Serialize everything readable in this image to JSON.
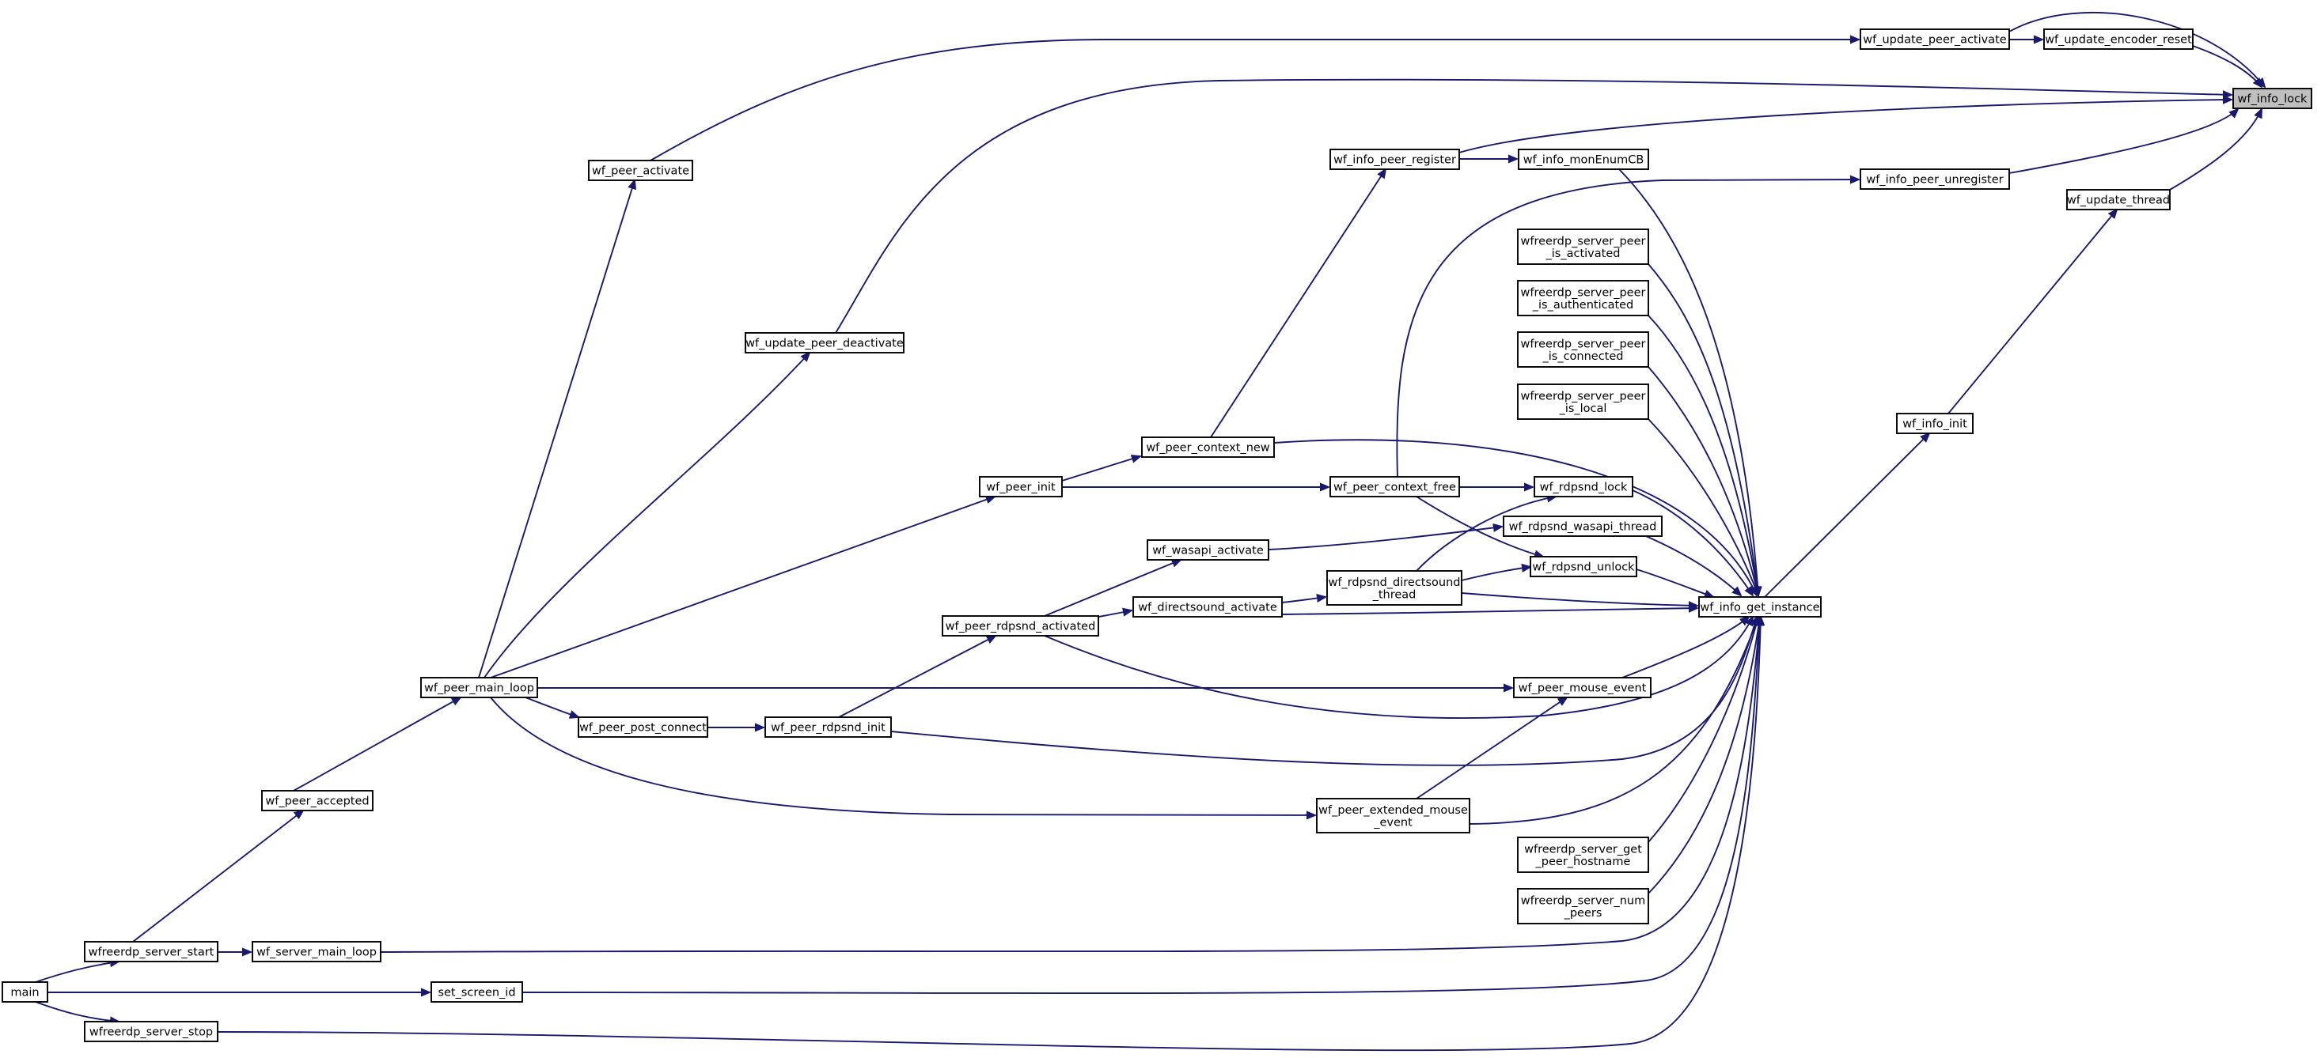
{
  "graph": {
    "title": "",
    "edge_color": "#191970",
    "highlight_fill": "#bfbfbf",
    "nodes": [
      {
        "id": "wf_info_lock",
        "label": "wf_info_lock",
        "highlight": true
      },
      {
        "id": "wf_update_peer_activate",
        "label": "wf_update_peer_activate"
      },
      {
        "id": "wf_update_encoder_reset",
        "label": "wf_update_encoder_reset"
      },
      {
        "id": "wf_info_peer_register",
        "label": "wf_info_peer_register"
      },
      {
        "id": "wf_info_monEnumCB",
        "label": "wf_info_monEnumCB"
      },
      {
        "id": "wf_info_peer_unregister",
        "label": "wf_info_peer_unregister"
      },
      {
        "id": "wf_update_thread",
        "label": "wf_update_thread"
      },
      {
        "id": "wf_peer_activate",
        "label": "wf_peer_activate"
      },
      {
        "id": "wfreerdp_server_peer_is_activated",
        "label": "wfreerdp_server_peer\n_is_activated"
      },
      {
        "id": "wfreerdp_server_peer_is_authenticated",
        "label": "wfreerdp_server_peer\n_is_authenticated"
      },
      {
        "id": "wf_update_peer_deactivate",
        "label": "wf_update_peer_deactivate"
      },
      {
        "id": "wfreerdp_server_peer_is_connected",
        "label": "wfreerdp_server_peer\n_is_connected"
      },
      {
        "id": "wfreerdp_server_peer_is_local",
        "label": "wfreerdp_server_peer\n_is_local"
      },
      {
        "id": "wf_info_init",
        "label": "wf_info_init"
      },
      {
        "id": "wf_peer_context_new",
        "label": "wf_peer_context_new"
      },
      {
        "id": "wf_peer_init",
        "label": "wf_peer_init"
      },
      {
        "id": "wf_peer_context_free",
        "label": "wf_peer_context_free"
      },
      {
        "id": "wf_rdpsnd_lock",
        "label": "wf_rdpsnd_lock"
      },
      {
        "id": "wf_rdpsnd_wasapi_thread",
        "label": "wf_rdpsnd_wasapi_thread"
      },
      {
        "id": "wf_wasapi_activate",
        "label": "wf_wasapi_activate"
      },
      {
        "id": "wf_rdpsnd_unlock",
        "label": "wf_rdpsnd_unlock"
      },
      {
        "id": "wf_rdpsnd_directsound_thread",
        "label": "wf_rdpsnd_directsound\n_thread"
      },
      {
        "id": "wf_directsound_activate",
        "label": "wf_directsound_activate"
      },
      {
        "id": "wf_info_get_instance",
        "label": "wf_info_get_instance"
      },
      {
        "id": "wf_peer_rdpsnd_activated",
        "label": "wf_peer_rdpsnd_activated"
      },
      {
        "id": "wf_peer_main_loop",
        "label": "wf_peer_main_loop"
      },
      {
        "id": "wf_peer_mouse_event",
        "label": "wf_peer_mouse_event"
      },
      {
        "id": "wf_peer_post_connect",
        "label": "wf_peer_post_connect"
      },
      {
        "id": "wf_peer_rdpsnd_init",
        "label": "wf_peer_rdpsnd_init"
      },
      {
        "id": "wf_peer_accepted",
        "label": "wf_peer_accepted"
      },
      {
        "id": "wf_peer_extended_mouse_event",
        "label": "wf_peer_extended_mouse\n_event"
      },
      {
        "id": "wfreerdp_server_get_peer_hostname",
        "label": "wfreerdp_server_get\n_peer_hostname"
      },
      {
        "id": "wfreerdp_server_num_peers",
        "label": "wfreerdp_server_num\n_peers"
      },
      {
        "id": "wfreerdp_server_start",
        "label": "wfreerdp_server_start"
      },
      {
        "id": "wf_server_main_loop",
        "label": "wf_server_main_loop"
      },
      {
        "id": "main",
        "label": "main"
      },
      {
        "id": "set_screen_id",
        "label": "set_screen_id"
      },
      {
        "id": "wfreerdp_server_stop",
        "label": "wfreerdp_server_stop"
      }
    ],
    "edges": [
      {
        "from": "wf_update_peer_activate",
        "to": "wf_info_lock"
      },
      {
        "from": "wf_update_encoder_reset",
        "to": "wf_info_lock"
      },
      {
        "from": "wf_update_peer_activate",
        "to": "wf_update_encoder_reset"
      },
      {
        "from": "wf_update_peer_deactivate",
        "to": "wf_info_lock"
      },
      {
        "from": "wf_info_peer_register",
        "to": "wf_info_lock"
      },
      {
        "from": "wf_info_peer_unregister",
        "to": "wf_info_lock"
      },
      {
        "from": "wf_update_thread",
        "to": "wf_info_lock"
      },
      {
        "from": "wf_info_peer_register",
        "to": "wf_info_monEnumCB"
      },
      {
        "from": "wf_info_init",
        "to": "wf_update_thread"
      },
      {
        "from": "wf_info_get_instance",
        "to": "wf_info_init"
      },
      {
        "from": "wf_peer_main_loop",
        "to": "wf_peer_activate"
      },
      {
        "from": "wf_peer_activate",
        "to": "wf_update_peer_activate"
      },
      {
        "from": "wf_peer_main_loop",
        "to": "wf_update_peer_deactivate"
      },
      {
        "from": "wf_peer_context_new",
        "to": "wf_info_peer_register"
      },
      {
        "from": "wf_peer_context_free",
        "to": "wf_info_peer_unregister"
      },
      {
        "from": "wf_peer_init",
        "to": "wf_peer_context_new"
      },
      {
        "from": "wf_peer_init",
        "to": "wf_peer_context_free"
      },
      {
        "from": "wf_peer_main_loop",
        "to": "wf_peer_init"
      },
      {
        "from": "wf_rdpsnd_directsound_thread",
        "to": "wf_rdpsnd_lock"
      },
      {
        "from": "wf_rdpsnd_directsound_thread",
        "to": "wf_rdpsnd_unlock"
      },
      {
        "from": "wf_peer_context_free",
        "to": "wf_rdpsnd_lock"
      },
      {
        "from": "wf_peer_context_free",
        "to": "wf_rdpsnd_unlock"
      },
      {
        "from": "wf_wasapi_activate",
        "to": "wf_rdpsnd_wasapi_thread"
      },
      {
        "from": "wf_directsound_activate",
        "to": "wf_rdpsnd_directsound_thread"
      },
      {
        "from": "wf_peer_rdpsnd_activated",
        "to": "wf_wasapi_activate"
      },
      {
        "from": "wf_peer_rdpsnd_activated",
        "to": "wf_directsound_activate"
      },
      {
        "from": "wf_peer_rdpsnd_init",
        "to": "wf_peer_rdpsnd_activated"
      },
      {
        "from": "wf_peer_post_connect",
        "to": "wf_peer_rdpsnd_init"
      },
      {
        "from": "wf_peer_main_loop",
        "to": "wf_peer_post_connect"
      },
      {
        "from": "wf_peer_main_loop",
        "to": "wf_peer_mouse_event"
      },
      {
        "from": "wf_peer_extended_mouse_event",
        "to": "wf_peer_mouse_event"
      },
      {
        "from": "wf_peer_main_loop",
        "to": "wf_peer_extended_mouse_event"
      },
      {
        "from": "wf_peer_accepted",
        "to": "wf_peer_main_loop"
      },
      {
        "from": "wfreerdp_server_start",
        "to": "wf_peer_accepted"
      },
      {
        "from": "wfreerdp_server_start",
        "to": "wf_server_main_loop"
      },
      {
        "from": "main",
        "to": "wfreerdp_server_start"
      },
      {
        "from": "main",
        "to": "set_screen_id"
      },
      {
        "from": "main",
        "to": "wfreerdp_server_stop"
      },
      {
        "from": "wf_info_monEnumCB",
        "to": "wf_info_get_instance"
      },
      {
        "from": "wfreerdp_server_peer_is_activated",
        "to": "wf_info_get_instance"
      },
      {
        "from": "wfreerdp_server_peer_is_authenticated",
        "to": "wf_info_get_instance"
      },
      {
        "from": "wfreerdp_server_peer_is_connected",
        "to": "wf_info_get_instance"
      },
      {
        "from": "wfreerdp_server_peer_is_local",
        "to": "wf_info_get_instance"
      },
      {
        "from": "wf_peer_context_new",
        "to": "wf_info_get_instance"
      },
      {
        "from": "wf_rdpsnd_lock",
        "to": "wf_info_get_instance"
      },
      {
        "from": "wf_rdpsnd_wasapi_thread",
        "to": "wf_info_get_instance"
      },
      {
        "from": "wf_rdpsnd_unlock",
        "to": "wf_info_get_instance"
      },
      {
        "from": "wf_rdpsnd_directsound_thread",
        "to": "wf_info_get_instance"
      },
      {
        "from": "wf_directsound_activate",
        "to": "wf_info_get_instance"
      },
      {
        "from": "wf_peer_rdpsnd_activated",
        "to": "wf_info_get_instance"
      },
      {
        "from": "wf_peer_mouse_event",
        "to": "wf_info_get_instance"
      },
      {
        "from": "wf_peer_rdpsnd_init",
        "to": "wf_info_get_instance"
      },
      {
        "from": "wf_peer_extended_mouse_event",
        "to": "wf_info_get_instance"
      },
      {
        "from": "wfreerdp_server_get_peer_hostname",
        "to": "wf_info_get_instance"
      },
      {
        "from": "wfreerdp_server_num_peers",
        "to": "wf_info_get_instance"
      },
      {
        "from": "wf_server_main_loop",
        "to": "wf_info_get_instance"
      },
      {
        "from": "set_screen_id",
        "to": "wf_info_get_instance"
      },
      {
        "from": "wfreerdp_server_stop",
        "to": "wf_info_get_instance"
      }
    ]
  }
}
